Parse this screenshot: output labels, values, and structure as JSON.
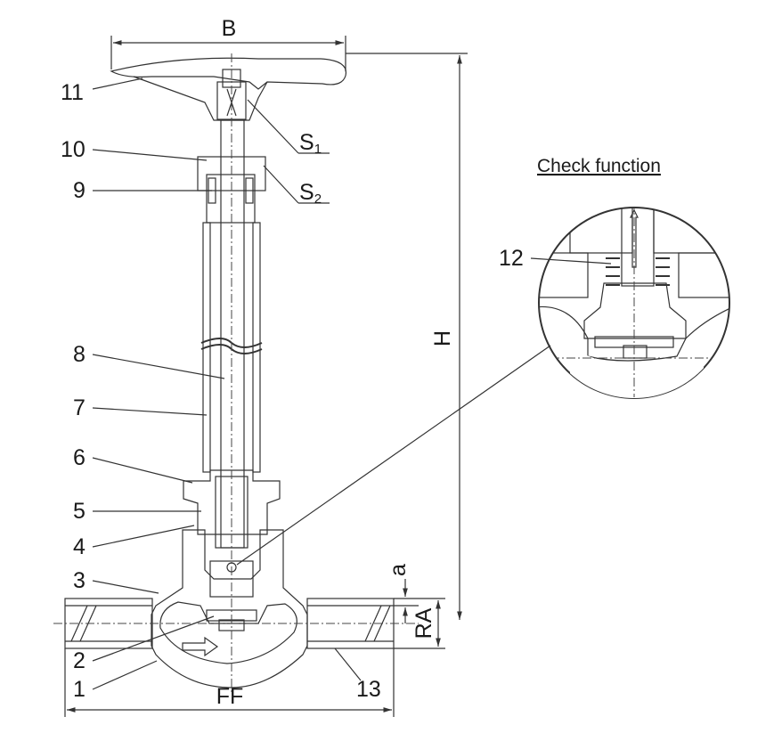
{
  "labels": {
    "B": "B",
    "H": "H",
    "FF": "FF",
    "RA": "RA",
    "a": "a",
    "S1_main": "S",
    "S1_sub": "1",
    "S2_main": "S",
    "S2_sub": "2"
  },
  "callouts": [
    "1",
    "2",
    "3",
    "4",
    "5",
    "6",
    "7",
    "8",
    "9",
    "10",
    "11",
    "12",
    "13"
  ],
  "check_function_title": "Check function",
  "colors": {
    "line": "#333333",
    "hatch": "#555555",
    "background": "#ffffff"
  }
}
